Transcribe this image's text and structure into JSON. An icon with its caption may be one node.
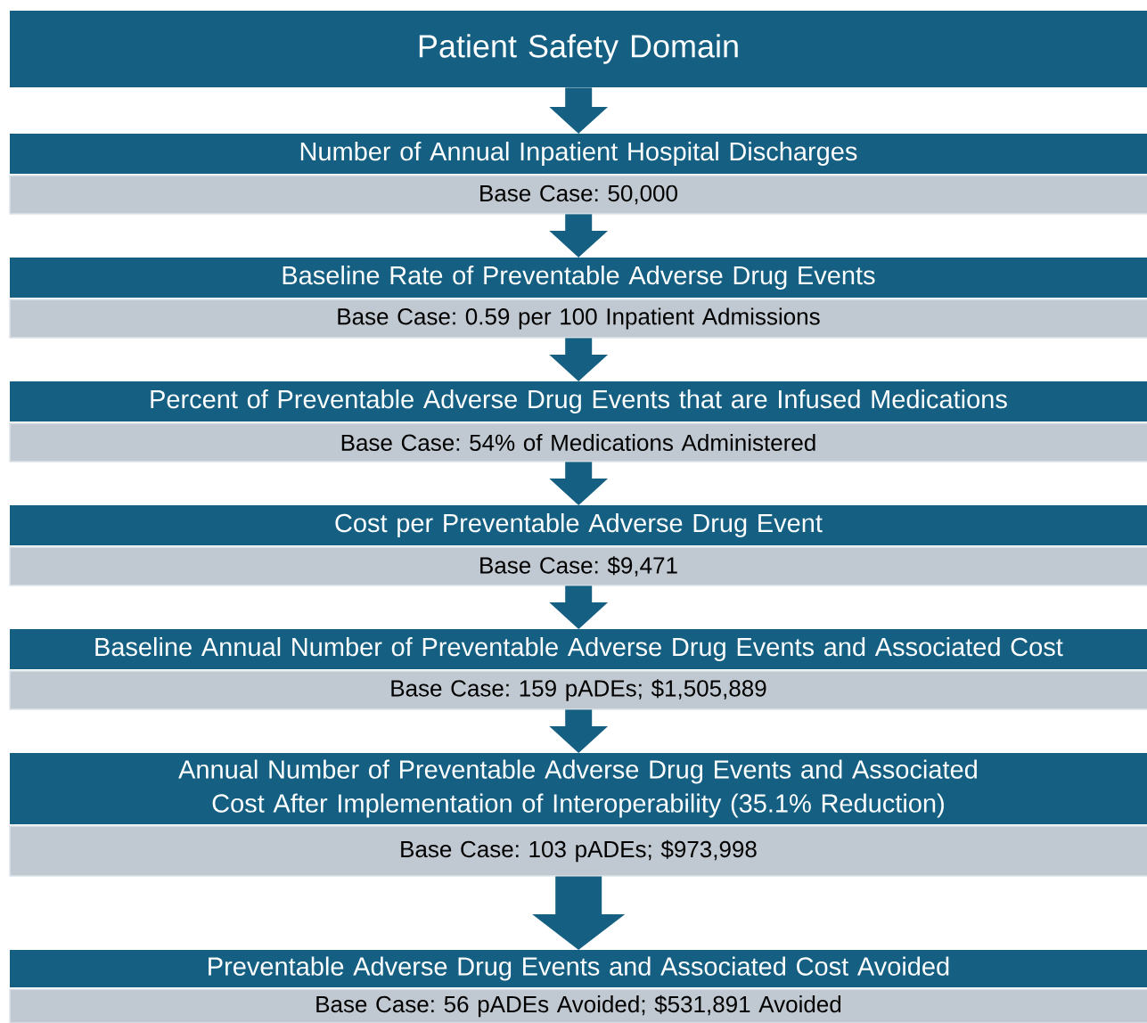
{
  "diagram": {
    "nodes": [
      {
        "text": [
          "Patient Safety Domain"
        ]
      },
      {
        "text": [
          "Number of Annual Inpatient Hospital Discharges",
          "Base Case: 50,000"
        ]
      },
      {
        "text": [
          "Baseline Rate of Preventable Adverse Drug Events",
          "Base Case: 0.59 per 100 Inpatient Admissions"
        ]
      },
      {
        "text": [
          "Percent of Preventable Adverse Drug Events that are Infused Medications",
          "Base Case: 54% of Medications Administered"
        ]
      },
      {
        "text": [
          "Cost per Preventable Adverse Drug Event",
          "Base Case: $9,471"
        ]
      },
      {
        "text": [
          "Baseline Annual Number of Preventable Adverse Drug Events and Associated Cost",
          "Base Case: 159 pADEs; $1,505,889"
        ]
      },
      {
        "text": [
          "Annual Number of Preventable Adverse Drug Events and Associated Cost After Implementation of Interoperability (35.1% Reduction)",
          "Base Case: 103 pADEs; $973,998"
        ]
      },
      {
        "text": [
          "Preventable Adverse Drug Events and Associated Cost Avoided",
          "Base Case: 56 pADEs Avoided; $531,891 Avoided"
        ]
      }
    ],
    "edges": [
      {
        "from": 0,
        "to": 1,
        "arrow": "to"
      },
      {
        "from": 1,
        "to": 2,
        "arrow": "to"
      },
      {
        "from": 2,
        "to": 3,
        "arrow": "to"
      },
      {
        "from": 3,
        "to": 4,
        "arrow": "to"
      },
      {
        "from": 4,
        "to": 5,
        "arrow": "to"
      },
      {
        "from": 5,
        "to": 6,
        "arrow": "to"
      },
      {
        "from": 6,
        "to": 7,
        "arrow": "to"
      }
    ]
  }
}
